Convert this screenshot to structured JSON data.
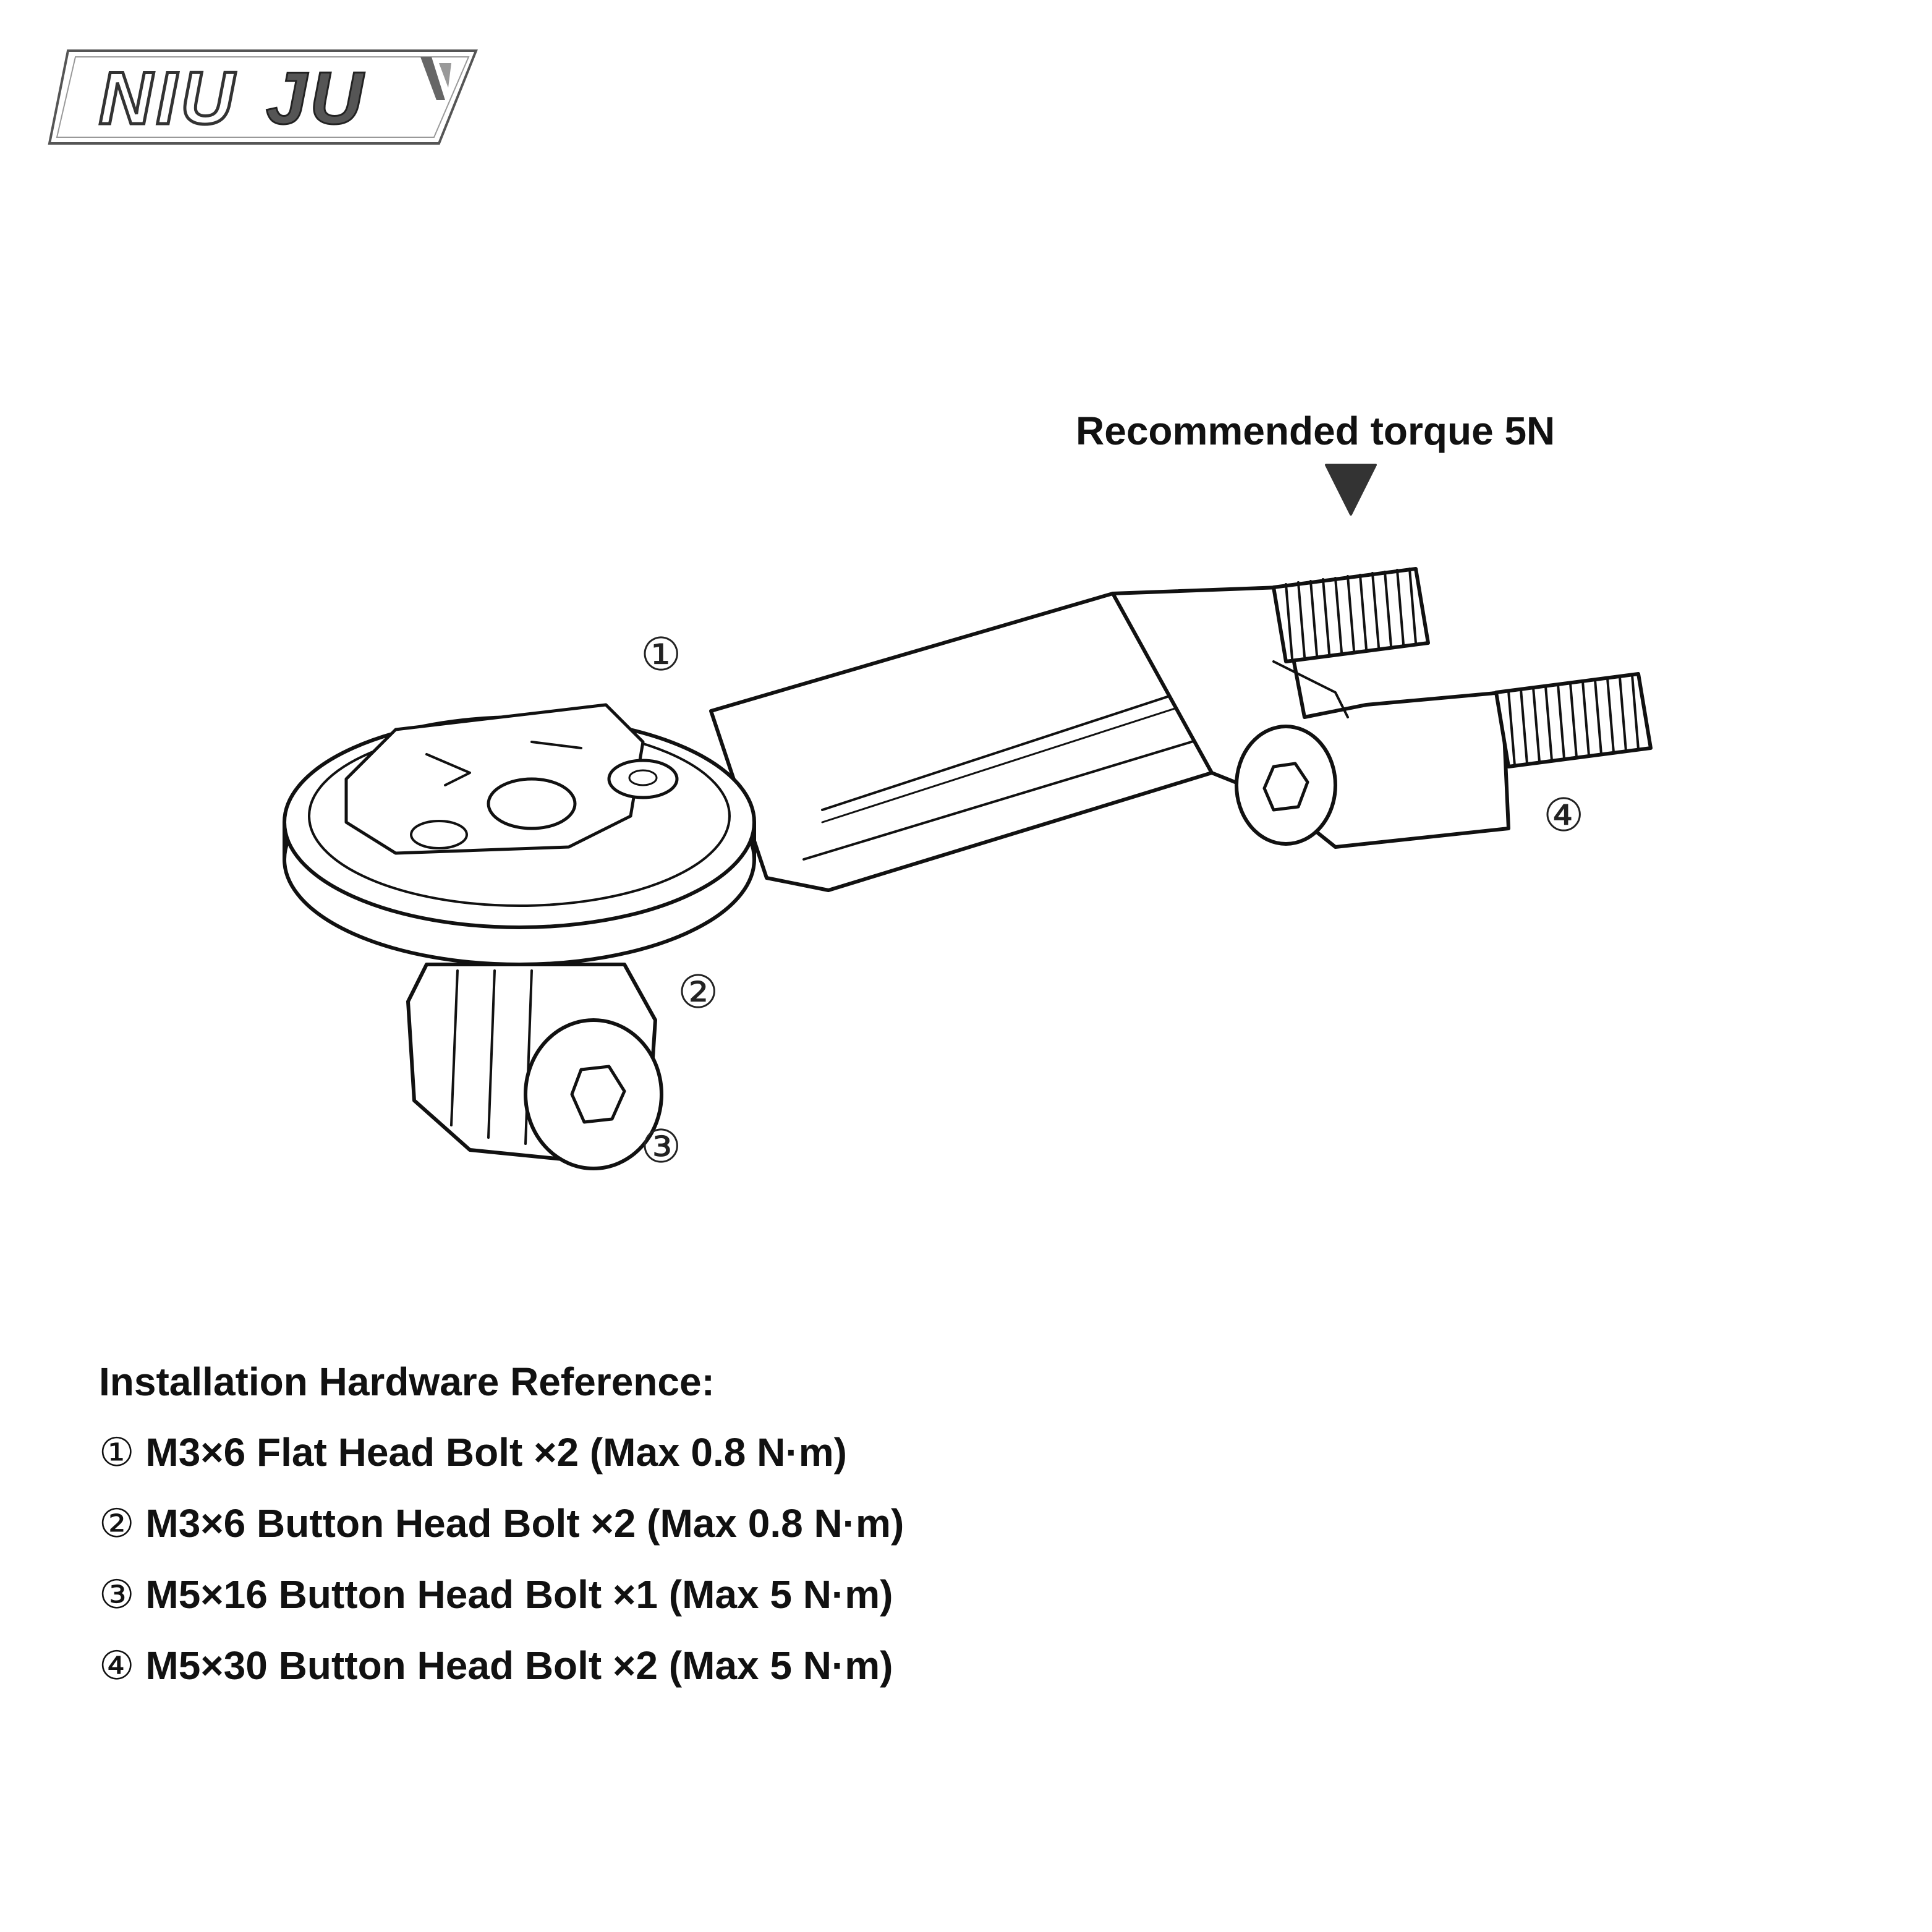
{
  "brand": {
    "logo_text": "NIU JU"
  },
  "torque_note": "Recommended torque 5N",
  "callouts": [
    "①",
    "②",
    "③",
    "④"
  ],
  "reference": {
    "title": "Installation Hardware Reference:",
    "items": [
      {
        "num": "①",
        "text": "M3×6 Flat Head Bolt ×2 (Max 0.8 N·m)"
      },
      {
        "num": "②",
        "text": "M3×6 Button Head Bolt ×2 (Max 0.8 N·m)"
      },
      {
        "num": "③",
        "text": "M5×16 Button Head Bolt ×1 (Max 5 N·m)"
      },
      {
        "num": "④",
        "text": "M5×30 Button Head Bolt ×2 (Max 5 N·m)"
      }
    ]
  }
}
